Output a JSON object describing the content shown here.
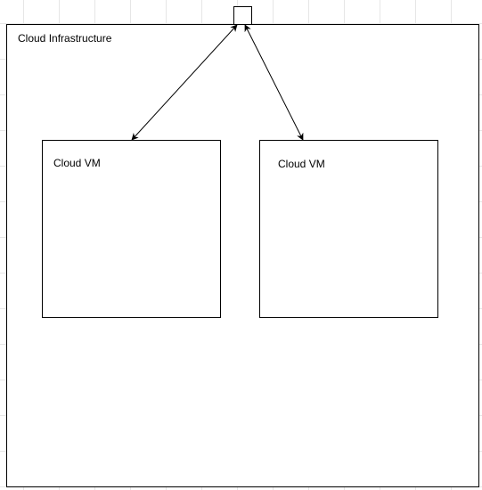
{
  "diagram": {
    "container": {
      "label": "Cloud Infrastructure"
    },
    "nodes": [
      {
        "id": "vm1",
        "label": "Cloud VM"
      },
      {
        "id": "vm2",
        "label": "Cloud VM"
      }
    ],
    "hub": {
      "label": ""
    },
    "edges": [
      {
        "from": "hub",
        "to": "vm1",
        "style": "bidirectional-arrow"
      },
      {
        "from": "hub",
        "to": "vm2",
        "style": "bidirectional-arrow"
      }
    ],
    "colors": {
      "stroke": "#000000",
      "fill": "#ffffff",
      "grid": "#e6e6e6"
    }
  }
}
